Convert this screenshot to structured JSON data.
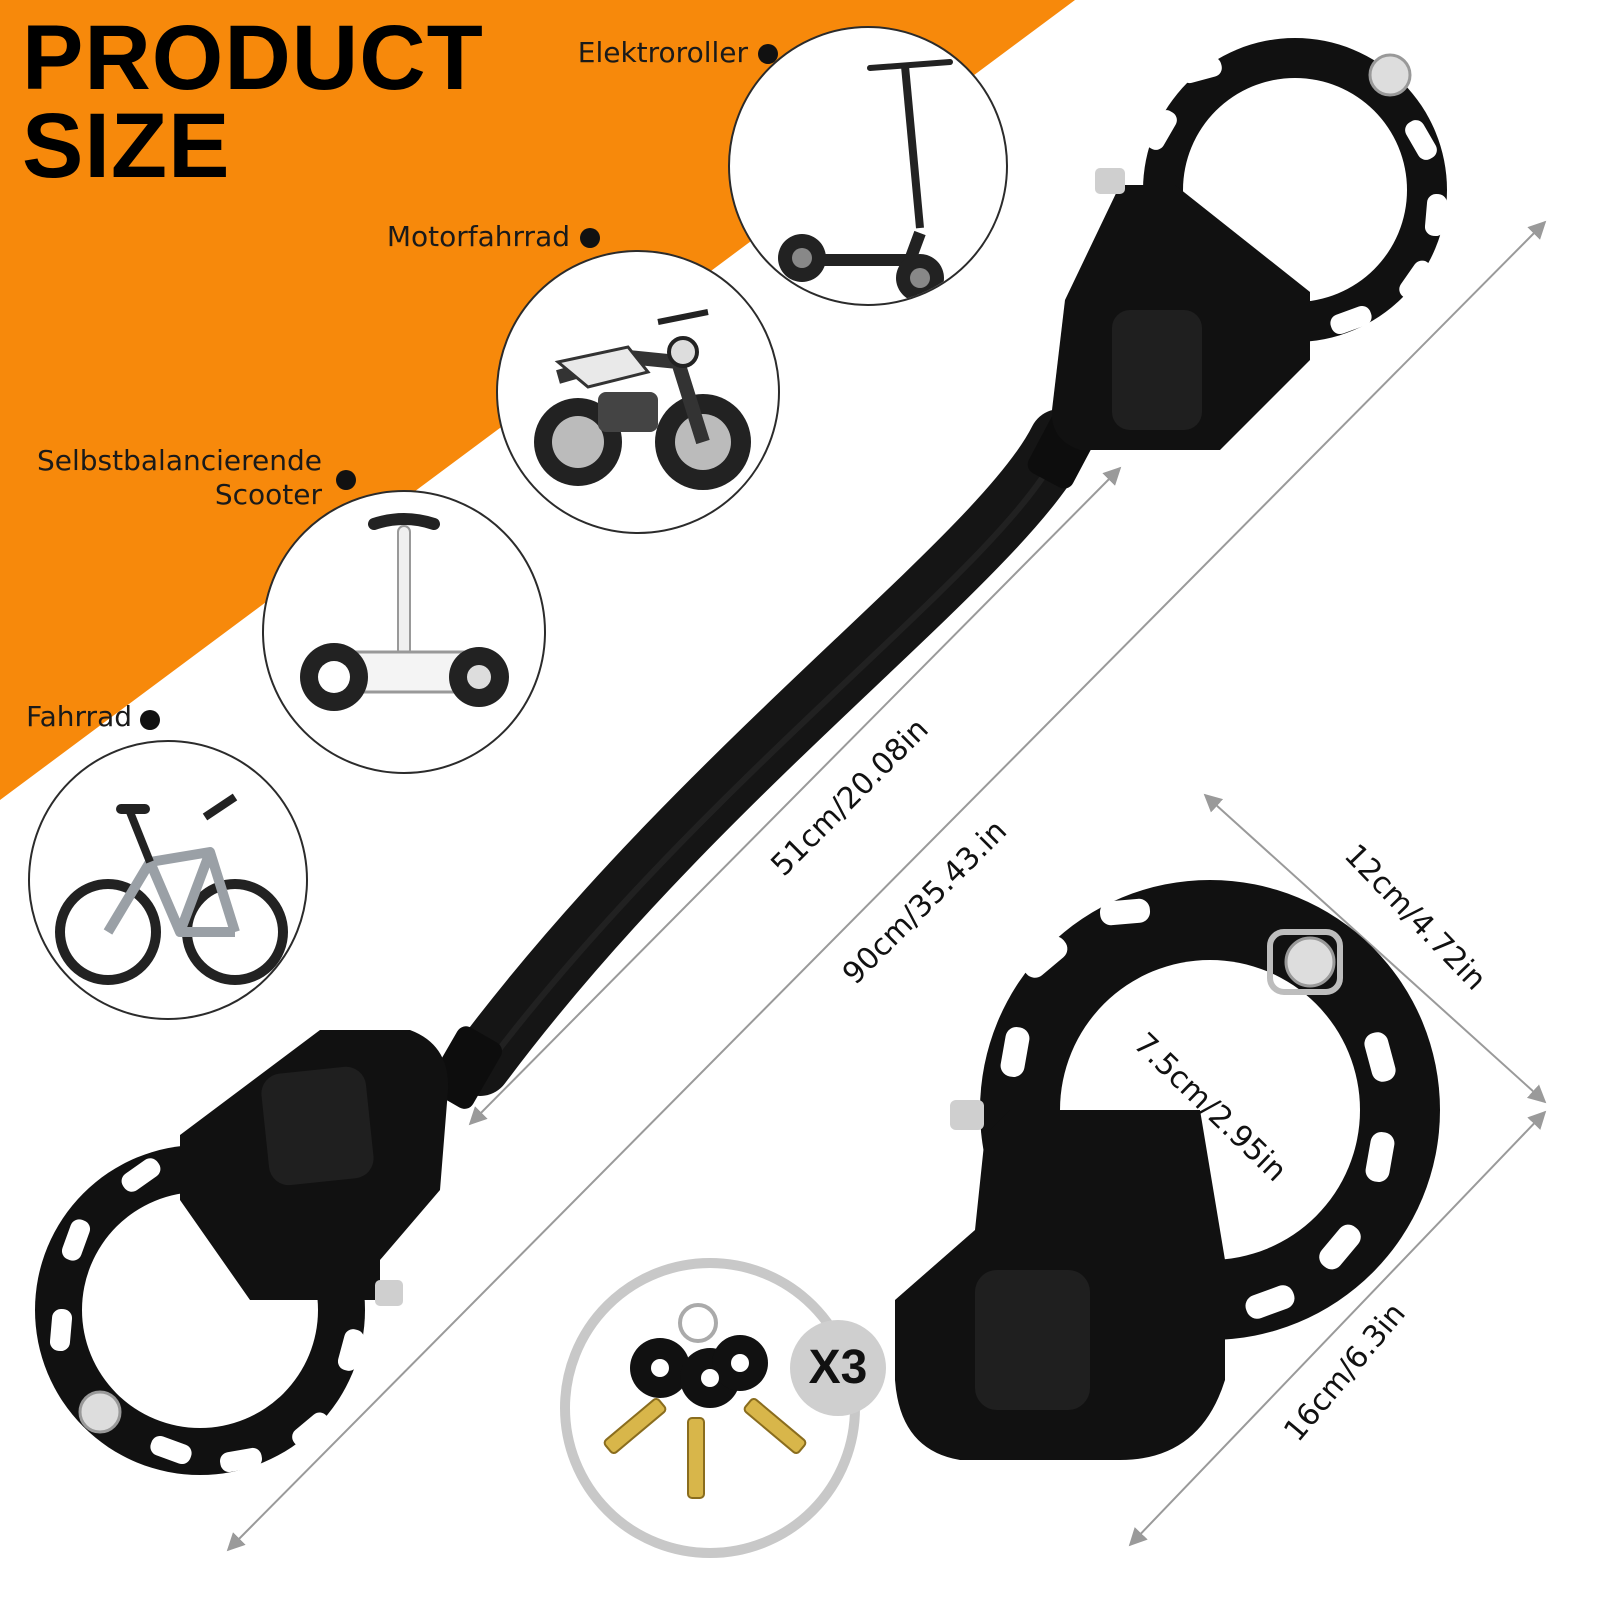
{
  "title": {
    "line1": "PRODUCT",
    "line2": "SIZE"
  },
  "colors": {
    "accent": "#F7890B",
    "lock": "#111111",
    "dimension_line": "#9a9a9a"
  },
  "vehicles": [
    {
      "label": "Elektroroller",
      "icon": "scooter-icon"
    },
    {
      "label": "Motorfahrrad",
      "icon": "motorcycle-icon"
    },
    {
      "label_line1": "Selbstbalancierende",
      "label_line2": "Scooter",
      "icon": "self-balancing-scooter-icon"
    },
    {
      "label": "Fahrrad",
      "icon": "bicycle-icon"
    }
  ],
  "dimensions": {
    "cable_length": "51cm/20.08in",
    "total_length": "90cm/35.43.in",
    "lock_width": "12cm/4.72in",
    "inner_diameter": "7.5cm/2.95in",
    "lock_height": "16cm/6.3in"
  },
  "keys": {
    "count_label": "X3",
    "icon": "key-icon"
  }
}
